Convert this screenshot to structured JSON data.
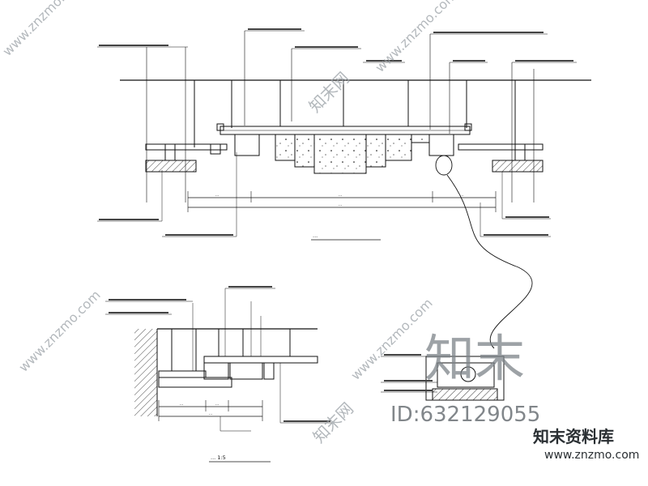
{
  "watermark": {
    "site_diagonal": "www.znzmo.com",
    "logo_mark": "知末",
    "logo_mark_small": "知末网",
    "id_text": "ID:632129055",
    "brand_name": "知末资料库",
    "brand_url": "www.znzmo.com",
    "color": "#9aa0a6"
  },
  "drawing": {
    "line_color": "#111111",
    "top_section": {
      "caption": "...",
      "dimensions": [
        "...",
        "...",
        "...",
        "..."
      ]
    },
    "bottom_section": {
      "caption": "... 1:5",
      "dimensions": [
        "...",
        "...",
        "..."
      ]
    }
  }
}
